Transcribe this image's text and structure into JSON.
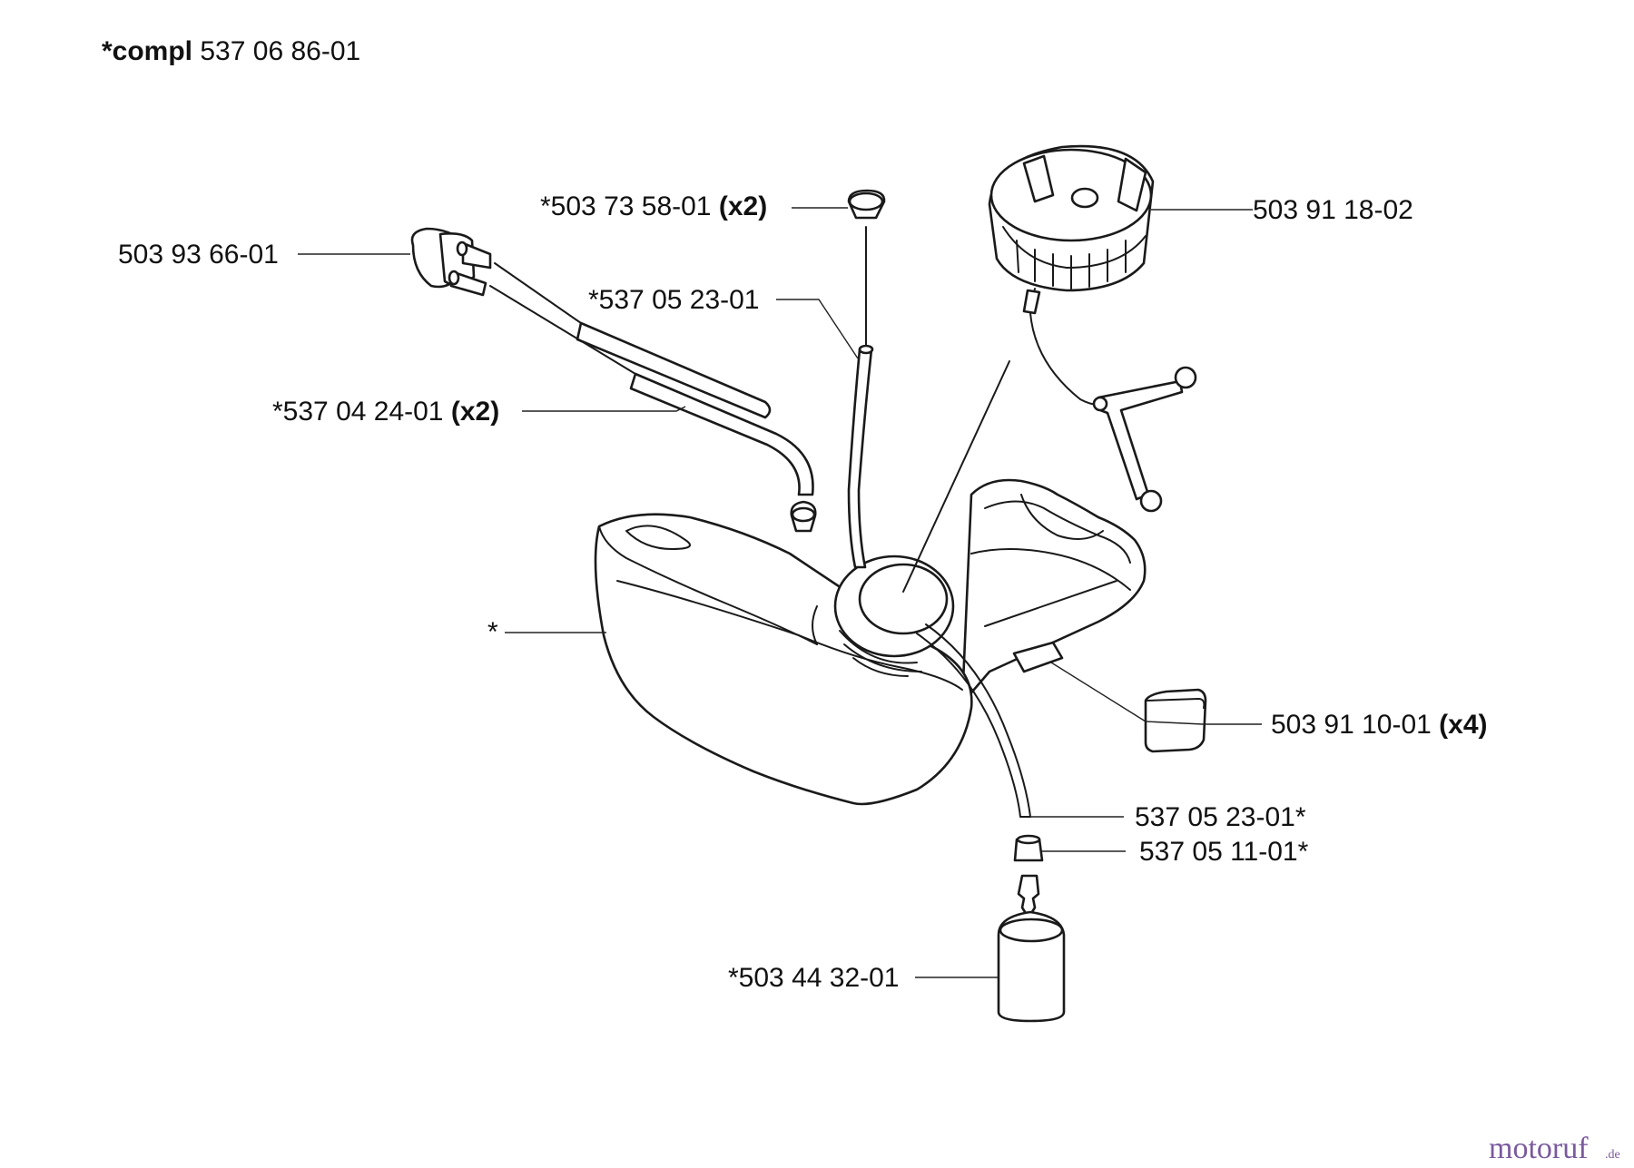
{
  "title": {
    "prefix": "*compl",
    "number": "537 06 86-01"
  },
  "labels": {
    "l1": {
      "text": "503 93 66-01",
      "qty": ""
    },
    "l2": {
      "text": "*503 73 58-01",
      "qty": "(x2)"
    },
    "l3": {
      "text": "503 91 18-02",
      "qty": ""
    },
    "l4": {
      "text": "*537 05 23-01",
      "qty": ""
    },
    "l5": {
      "text": "*537 04 24-01",
      "qty": "(x2)"
    },
    "l6": {
      "text": "*",
      "qty": ""
    },
    "l7": {
      "text": "503 91 10-01",
      "qty": "(x4)"
    },
    "l8": {
      "text": "537 05 23-01*",
      "qty": ""
    },
    "l9": {
      "text": "537 05 11-01*",
      "qty": ""
    },
    "l10": {
      "text": "*503 44 32-01",
      "qty": ""
    }
  },
  "watermark": {
    "main": "motoruf",
    "tld": ".de"
  },
  "colors": {
    "ink": "#1a1a1a",
    "watermark": "#7a5a9e",
    "watermark_accent": "#c89a3a"
  }
}
